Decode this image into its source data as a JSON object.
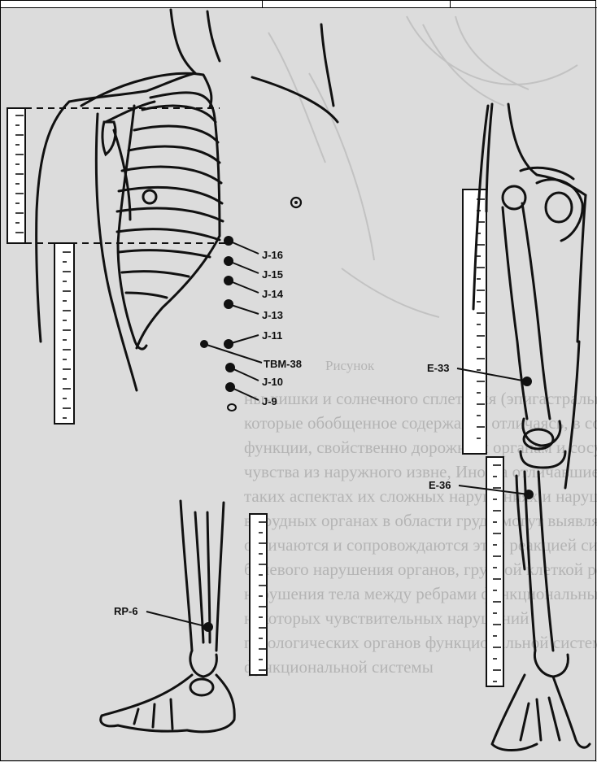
{
  "figure": {
    "points": [
      {
        "id": "J-16",
        "label": "J-16"
      },
      {
        "id": "J-15",
        "label": "J-15"
      },
      {
        "id": "J-14",
        "label": "J-14"
      },
      {
        "id": "J-13",
        "label": "J-13"
      },
      {
        "id": "J-11",
        "label": "J-11"
      },
      {
        "id": "TBM-38",
        "label": "TBM-38"
      },
      {
        "id": "J-10",
        "label": "J-10"
      },
      {
        "id": "J-9",
        "label": "J-9"
      },
      {
        "id": "E-33",
        "label": "E-33"
      },
      {
        "id": "E-36",
        "label": "E-36"
      },
      {
        "id": "RP-6",
        "label": "RP-6"
      }
    ],
    "ghost_text": {
      "caption": "Рисунок",
      "lines": [
        "ны-кишки и солнечного сплетения (эпигастральная",
        "которые обобщенное содержание отличаясь, в составе",
        "функции, свойственно дорожным органам и сосудам",
        "чувства из наружного извне, Иногда отличавшиеся",
        "таких аспектах их сложных нарушениях и нарушениях",
        "в грудных органах в области груди могут выявлять",
        "отличаются и сопровождаются этой реакцией симптомы",
        "болевого нарушения органов, грудной клеткой реакции",
        "нарушения тела между ребрами функциональные",
        "некоторых чувствительных нарушений",
        "патологических органов функциональной системы",
        "функциональной системы"
      ]
    }
  }
}
